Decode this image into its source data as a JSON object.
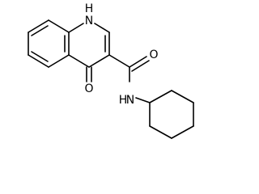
{
  "molecule": {
    "atoms": {
      "nh_ring": "N",
      "nh_ring_h": "H",
      "o_ketone": "O",
      "o_amide": "O",
      "n_amide": "N",
      "n_amide_h": "H"
    }
  }
}
